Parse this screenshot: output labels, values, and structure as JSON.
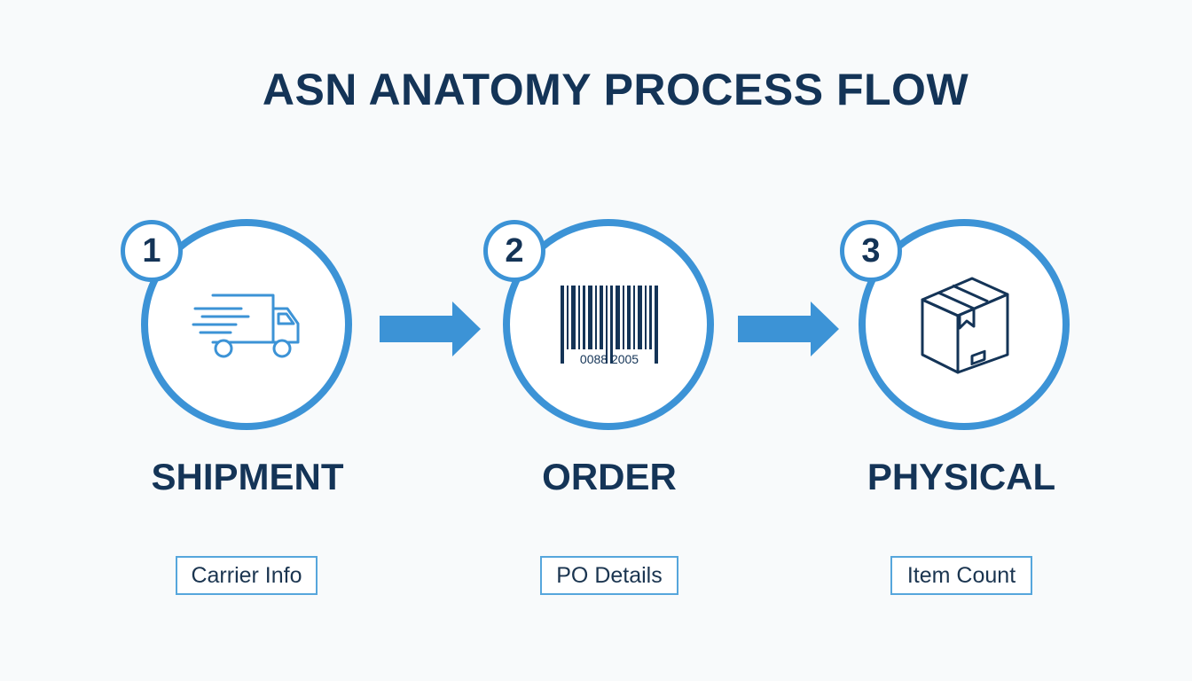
{
  "title": "ASN ANATOMY PROCESS FLOW",
  "colors": {
    "accent": "#3c93d6",
    "text": "#143457",
    "background": "#f8fafb"
  },
  "steps": [
    {
      "number": "1",
      "label": "SHIPMENT",
      "tag": "Carrier Info",
      "icon": "delivery-truck-icon"
    },
    {
      "number": "2",
      "label": "ORDER",
      "tag": "PO Details",
      "icon": "barcode-icon",
      "barcode_text": "0088 2005"
    },
    {
      "number": "3",
      "label": "PHYSICAL",
      "tag": "Item Count",
      "icon": "package-box-icon"
    }
  ]
}
